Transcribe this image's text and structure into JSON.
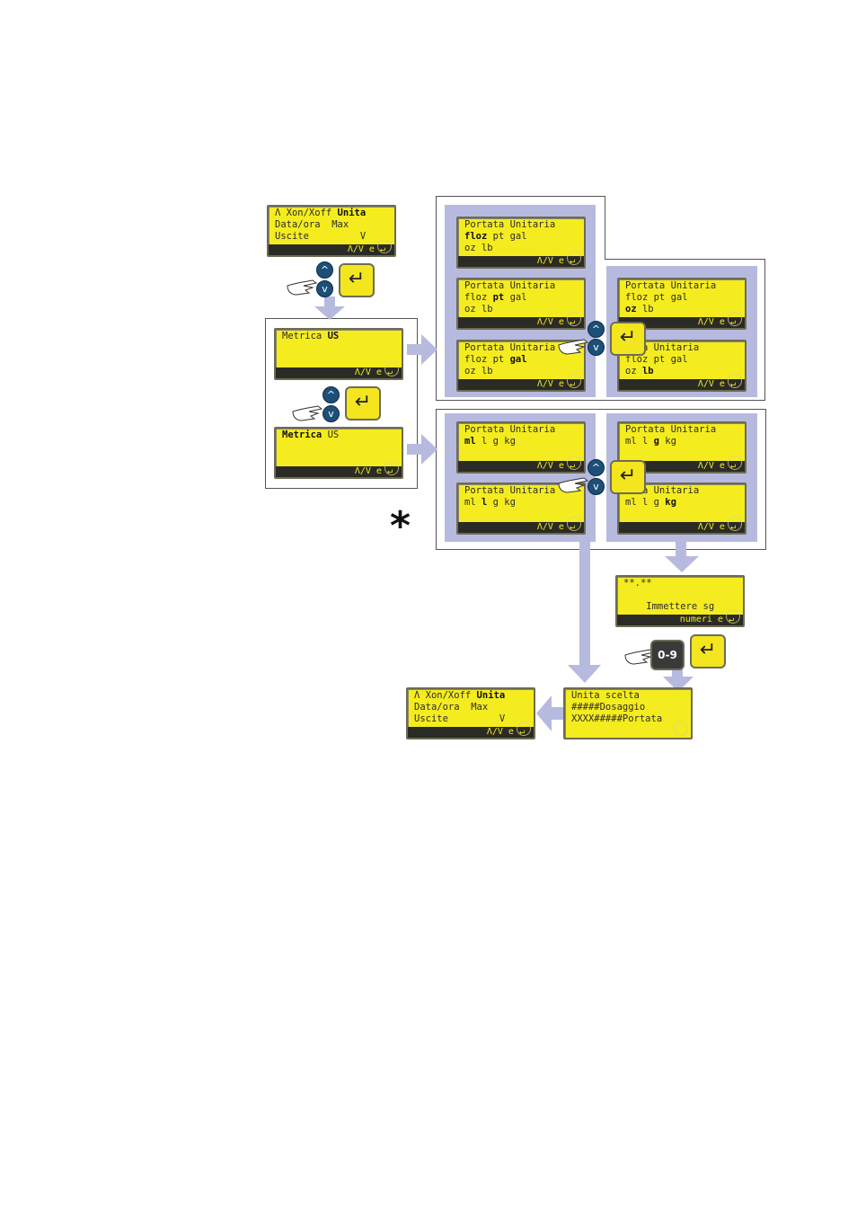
{
  "lcd_screens": {
    "start_menu": {
      "line1": [
        "Λ Xon/Xoff ",
        {
          "b": "Unita"
        }
      ],
      "line2": [
        "Data/ora  Max"
      ],
      "line3": [
        "Uscite         V"
      ],
      "bar": "Λ/V e ↵"
    },
    "metrica_us_bold": {
      "line1": [
        "Metrica ",
        {
          "b": "US"
        }
      ],
      "line2": [
        ""
      ],
      "line3": [
        ""
      ],
      "bar": "Λ/V e ↵"
    },
    "metrica_bold_us": {
      "line1": [
        {
          "b": "Metrica"
        },
        " US"
      ],
      "line2": [
        ""
      ],
      "line3": [
        ""
      ],
      "bar": "Λ/V e ↵"
    },
    "us_floz": {
      "line1": [
        "Portata Unitaria"
      ],
      "line2": [
        {
          "b": "floz"
        },
        " pt gal"
      ],
      "line3": [
        "oz lb"
      ],
      "bar": "Λ/V e ↵"
    },
    "us_pt": {
      "line1": [
        "Portata Unitaria"
      ],
      "line2": [
        "floz ",
        {
          "b": "pt"
        },
        " gal"
      ],
      "line3": [
        "oz lb"
      ],
      "bar": "Λ/V e ↵"
    },
    "us_gal": {
      "line1": [
        "Portata Unitaria"
      ],
      "line2": [
        "floz pt ",
        {
          "b": "gal"
        }
      ],
      "line3": [
        "oz lb"
      ],
      "bar": "Λ/V e ↵"
    },
    "us_oz": {
      "line1": [
        "Portata Unitaria"
      ],
      "line2": [
        "floz pt gal"
      ],
      "line3": [
        {
          "b": "oz"
        },
        " lb"
      ],
      "bar": "Λ/V e ↵"
    },
    "us_lb": {
      "line1": [
        "tata Unitaria"
      ],
      "line2": [
        "floz pt gal"
      ],
      "line3": [
        "oz ",
        {
          "b": "lb"
        }
      ],
      "bar": "Λ/V e ↵"
    },
    "metric_ml": {
      "line1": [
        "Portata Unitaria"
      ],
      "line2": [
        {
          "b": "ml"
        },
        " l g kg"
      ],
      "line3": [
        ""
      ],
      "bar": "Λ/V e ↵"
    },
    "metric_l": {
      "line1": [
        "Portata Unitaria"
      ],
      "line2": [
        "ml ",
        {
          "b": "l"
        },
        " g kg"
      ],
      "line3": [
        ""
      ],
      "bar": "Λ/V e ↵"
    },
    "metric_g": {
      "line1": [
        "Portata Unitaria"
      ],
      "line2": [
        "ml l ",
        {
          "b": "g"
        },
        " kg"
      ],
      "line3": [
        ""
      ],
      "bar": "Λ/V e ↵"
    },
    "metric_kg": {
      "line1": [
        "tata Unitaria"
      ],
      "line2": [
        "ml l g ",
        {
          "b": "kg"
        }
      ],
      "line3": [
        ""
      ],
      "bar": "Λ/V e ↵"
    },
    "sg_entry": {
      "line1": [
        "**.**"
      ],
      "line2": [
        ""
      ],
      "line3": [
        "    Immettere sg"
      ],
      "bar": "numeri e ↵"
    },
    "unit_chosen": {
      "line1": [
        "Unita scelta"
      ],
      "line2": [
        "#####Dosaggio"
      ],
      "line3": [
        "XXXX#####Portata"
      ],
      "bar": ""
    },
    "end_menu": {
      "line1": [
        "Λ Xon/Xoff ",
        {
          "b": "Unita"
        }
      ],
      "line2": [
        "Data/ora  Max"
      ],
      "line3": [
        "Uscite         V"
      ],
      "bar": "Λ/V e ↵"
    }
  },
  "keys": {
    "up": "^",
    "down": "v",
    "enter": "↵",
    "numeric": "0-9"
  },
  "asterisk": "*",
  "colors": {
    "lcd_yellow": "#f4ec1e",
    "band_lavender": "#b7badf",
    "nav_button_blue": "#1d4f78"
  }
}
